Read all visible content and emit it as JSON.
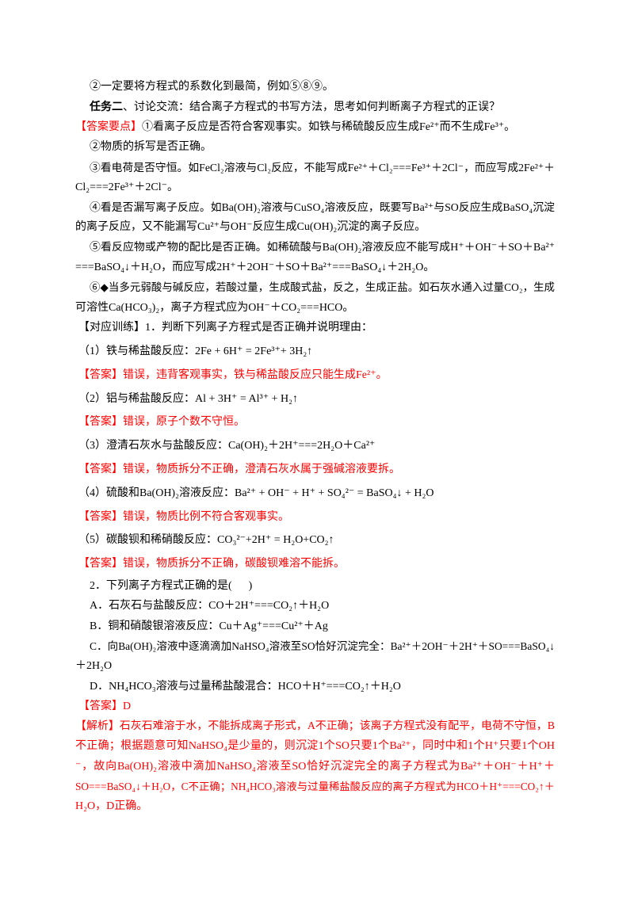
{
  "colors": {
    "text": "#000000",
    "answer": "#ff0000"
  },
  "task_one": {
    "note": "②一定要将方程式的系数化到最简，例如⑤⑧⑨。"
  },
  "task_two": {
    "title": "任务二",
    "prompt": "、讨论交流：结合离子方程式的书写方法，思考如何判断离子方程式的正误？",
    "answer_label": "【答案要点】",
    "points": [
      [
        "①看离子反应是否符合客观事实。如铁与稀硫酸反应生成Fe²⁺而不生成Fe³⁺。"
      ],
      [
        "②物质的拆写是否正确。"
      ],
      [
        "③看电荷是否守恒。如FeCl₂溶液与Cl₂反应，不能写成Fe²⁺＋Cl₂===Fe³⁺＋2Cl⁻，而应写成2Fe²⁺＋",
        "Cl₂===2Fe³⁺＋2Cl⁻。"
      ],
      [
        "④看是否漏写离子反应。如Ba(OH)₂溶液与CuSO₄溶液反应，既要写Ba²⁺与SO反应生成BaSO₄沉淀",
        "的离子反应，又不能漏写Cu²⁺与OH⁻反应生成Cu(OH)₂沉淀的离子反应。"
      ],
      [
        "⑤看反应物或产物的配比是否正确。如稀硫酸与Ba(OH)₂溶液反应不能写成H⁺＋OH⁻＋SO＋Ba²⁺",
        "===BaSO₄↓＋H₂O，而应写成2H⁺＋2OH⁻＋SO＋Ba²⁺===BaSO₄↓＋2H₂O。"
      ],
      [
        "⑥◆当多元弱酸与碱反应，若酸过量，生成酸式盐，反之，生成正盐。如石灰水通入过量CO₂，生成",
        "可溶性Ca(HCO₃)₂，离子方程式应为OH⁻＋CO₂===HCO。"
      ]
    ]
  },
  "practice": {
    "label": "【对应训练】",
    "q1": {
      "stem": "1．判断下列离子方程式是否正确并说明理由：",
      "items": [
        {
          "question": "（1）铁与稀盐酸反应：2Fe + 6H⁺ = 2Fe³⁺+ 3H₂↑",
          "answer": "【答案】错误，违背客观事实，铁与稀盐酸反应只能生成Fe²⁺。"
        },
        {
          "question": "（2）铝与稀盐酸反应：Al + 3H⁺ = Al³⁺ + H₂↑",
          "answer": "【答案】错误，原子个数不守恒。"
        },
        {
          "question": "（3）澄清石灰水与盐酸反应：Ca(OH)₂＋2H⁺===2H₂O＋Ca²⁺",
          "answer": "【答案】错误，物质拆分不正确，澄清石灰水属于强碱溶液要拆。"
        },
        {
          "question": "（4）硫酸和Ba(OH)₂溶液反应：Ba²⁺ + OH⁻ + H⁺ + SO₄²⁻ = BaSO₄↓ + H₂O",
          "answer": "【答案】错误，物质比例不符合客观事实。"
        },
        {
          "question": "（5）碳酸钡和稀硝酸反应：CO₃²⁻+2H⁺ = H₂O+CO₂↑",
          "answer": "【答案】错误，物质拆分不正确，碳酸钡难溶不能拆。"
        }
      ]
    },
    "q2": {
      "stem": "2．下列离子方程式正确的是(      )",
      "options": [
        [
          "A．石灰石与盐酸反应：CO＋2H⁺===CO₂↑＋H₂O"
        ],
        [
          "B．铜和硝酸银溶液反应：Cu＋Ag⁺===Cu²⁺＋Ag"
        ],
        [
          "C．向Ba(OH)₂溶液中逐滴滴加NaHSO₄溶液至SO恰好沉淀完全：Ba²⁺＋2OH⁻＋2H⁺＋SO===BaSO₄↓",
          "＋2H₂O"
        ],
        [
          "D．NH₄HCO₃溶液与过量稀盐酸混合：HCO＋H⁺===CO₂↑＋H₂O"
        ]
      ],
      "answer": "【答案】D",
      "analysis": [
        "【解析】石灰石难溶于水，不能拆成离子形式，A不正确；该离子方程式没有配平，电荷不守恒，B",
        "不正确；根据题意可知NaHSO₄是少量的，则沉淀1个SO只要1个Ba²⁺，同时中和1个H⁺只要1个OH",
        "⁻，故向Ba(OH)₂溶液中滴加NaHSO₄溶液至SO恰好沉淀完全的离子方程式为Ba²⁺＋OH⁻＋H⁺＋",
        "SO===BaSO₄↓＋H₂O，C不正确；NH₄HCO₃溶液与过量稀盐酸反应的离子方程式为HCO＋H⁺===CO₂↑＋",
        "H₂O，D正确。"
      ]
    }
  }
}
